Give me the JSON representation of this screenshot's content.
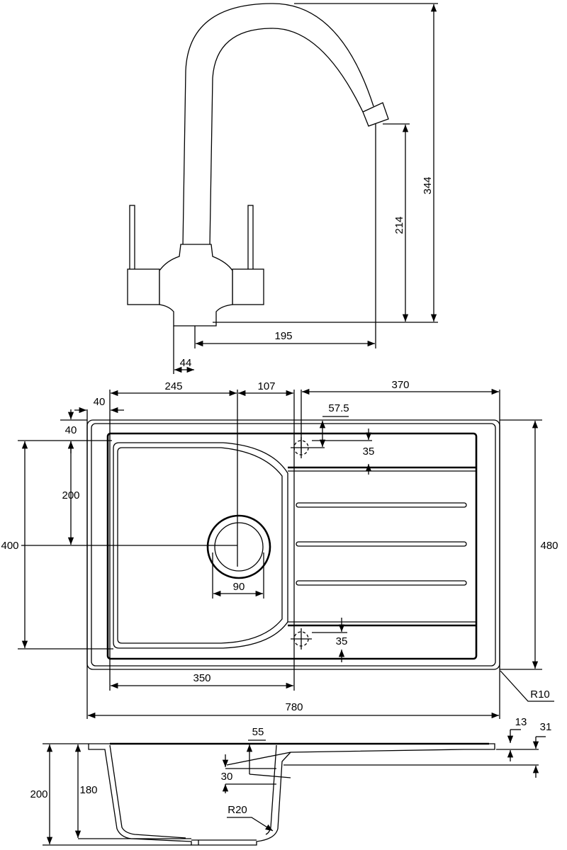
{
  "faucet": {
    "height_total": "344",
    "height_spout": "214",
    "reach": "195",
    "base": "44"
  },
  "sink_plan": {
    "bowl_to_drain": "245",
    "drain_to_edge": "107",
    "drainer_width": "370",
    "margin_left": "40",
    "margin_top": "40",
    "tap_hole_offset": "57.5",
    "tap_hole_top": "35",
    "tap_hole_bottom": "35",
    "drain_from_top": "200",
    "bowl_depth": "400",
    "overall_depth": "480",
    "drain_diameter": "90",
    "bowl_width": "350",
    "overall_width": "780",
    "corner_radius": "R10"
  },
  "sink_section": {
    "overflow": "55",
    "rim": "13",
    "drainer_drop": "31",
    "overflow_height": "30",
    "overall_height": "200",
    "bowl_height": "180",
    "bowl_radius": "R20"
  }
}
